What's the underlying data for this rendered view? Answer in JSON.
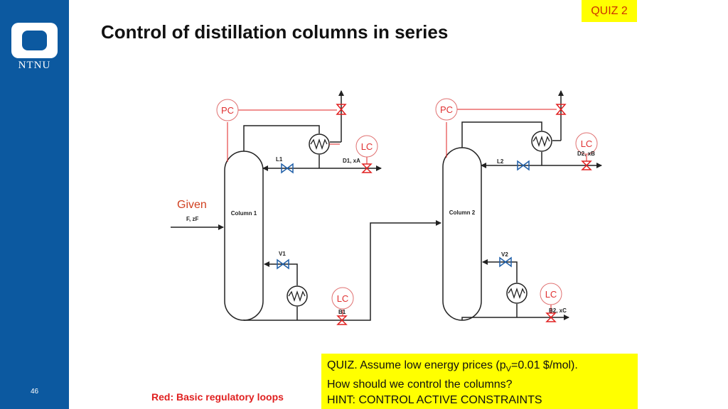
{
  "slide": {
    "title": "Control of distillation columns in series",
    "quiz_tag": "QUIZ 2",
    "logo_text": "NTNU",
    "slide_number": "46",
    "given_label": "Given",
    "legend_note": "Red: Basic regulatory loops"
  },
  "quiz": {
    "line1_pre": "QUIZ. Assume low energy prices (p",
    "line1_sub": "V",
    "line1_post": "=0.01 $/mol).",
    "line2": "How should we control the columns?",
    "line3": "HINT: CONTROL ACTIVE CONSTRAINTS"
  },
  "diagram": {
    "column1": "Column 1",
    "column2": "Column 2",
    "feed": "F, zF",
    "l1": "L1",
    "l2": "L2",
    "v1": "V1",
    "v2": "V2",
    "d1": "D1, xA",
    "d2": "D2, xB",
    "b1": "B1",
    "b2": "B2, xC",
    "pc": "PC",
    "lc": "LC"
  },
  "colors": {
    "brand_blue": "#0c59a0",
    "control_red": "#e02020",
    "process_line": "#222222",
    "valve_blue": "#1f5fa8",
    "highlight_yellow": "#ffff00"
  }
}
